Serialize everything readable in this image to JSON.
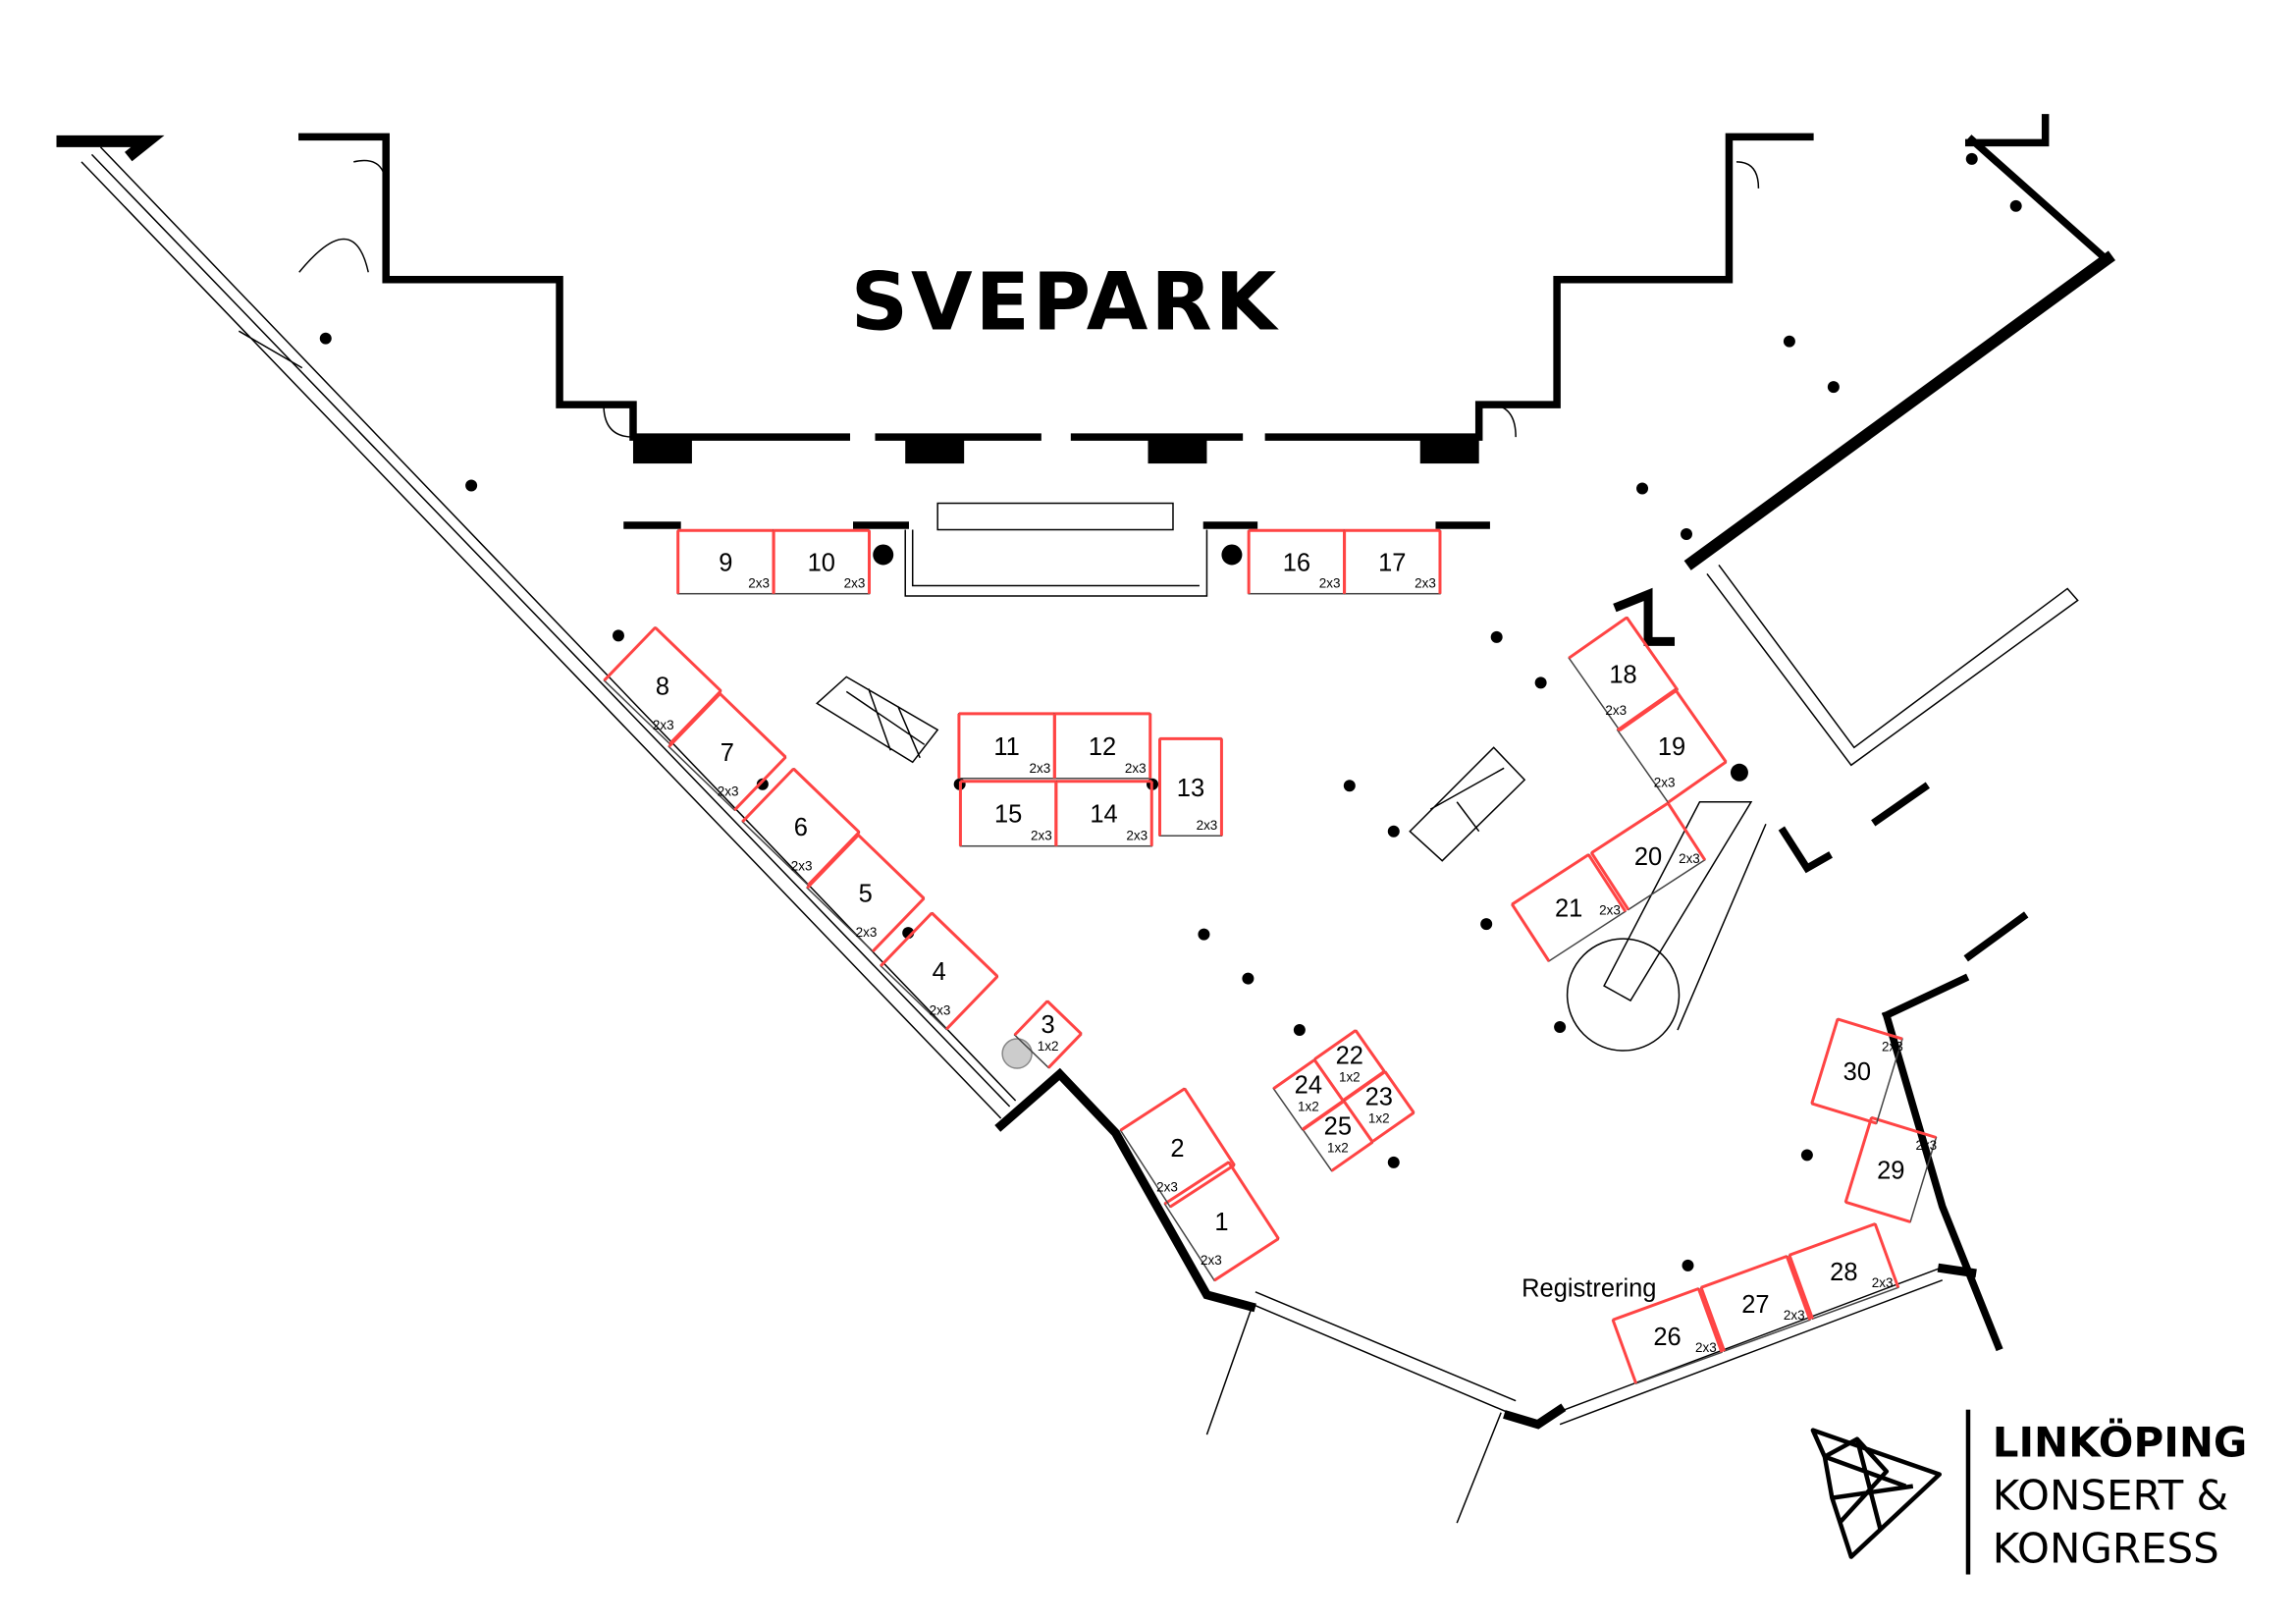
{
  "title": "SVEPARK",
  "registration_label": "Registrering",
  "logo": {
    "line1": "LINKÖPING",
    "line2": "KONSERT &",
    "line3": "KONGRESS"
  },
  "booth_color": "#ff4444",
  "booths": [
    {
      "number": "1",
      "size": "2x3"
    },
    {
      "number": "2",
      "size": "2x3"
    },
    {
      "number": "3",
      "size": "1x2"
    },
    {
      "number": "4",
      "size": "2x3"
    },
    {
      "number": "5",
      "size": "2x3"
    },
    {
      "number": "6",
      "size": "2x3"
    },
    {
      "number": "7",
      "size": "2x3"
    },
    {
      "number": "8",
      "size": "2x3"
    },
    {
      "number": "9",
      "size": "2x3"
    },
    {
      "number": "10",
      "size": "2x3"
    },
    {
      "number": "11",
      "size": "2x3"
    },
    {
      "number": "12",
      "size": "2x3"
    },
    {
      "number": "13",
      "size": "2x3"
    },
    {
      "number": "14",
      "size": "2x3"
    },
    {
      "number": "15",
      "size": "2x3"
    },
    {
      "number": "16",
      "size": "2x3"
    },
    {
      "number": "17",
      "size": "2x3"
    },
    {
      "number": "18",
      "size": "2x3"
    },
    {
      "number": "19",
      "size": "2x3"
    },
    {
      "number": "20",
      "size": "2x3"
    },
    {
      "number": "21",
      "size": "2x3"
    },
    {
      "number": "22",
      "size": "1x2"
    },
    {
      "number": "23",
      "size": "1x2"
    },
    {
      "number": "24",
      "size": "1x2"
    },
    {
      "number": "25",
      "size": "1x2"
    },
    {
      "number": "26",
      "size": "2x3"
    },
    {
      "number": "27",
      "size": "2x3"
    },
    {
      "number": "28",
      "size": "2x3"
    },
    {
      "number": "29",
      "size": "2x3"
    },
    {
      "number": "30",
      "size": "2x3"
    }
  ]
}
